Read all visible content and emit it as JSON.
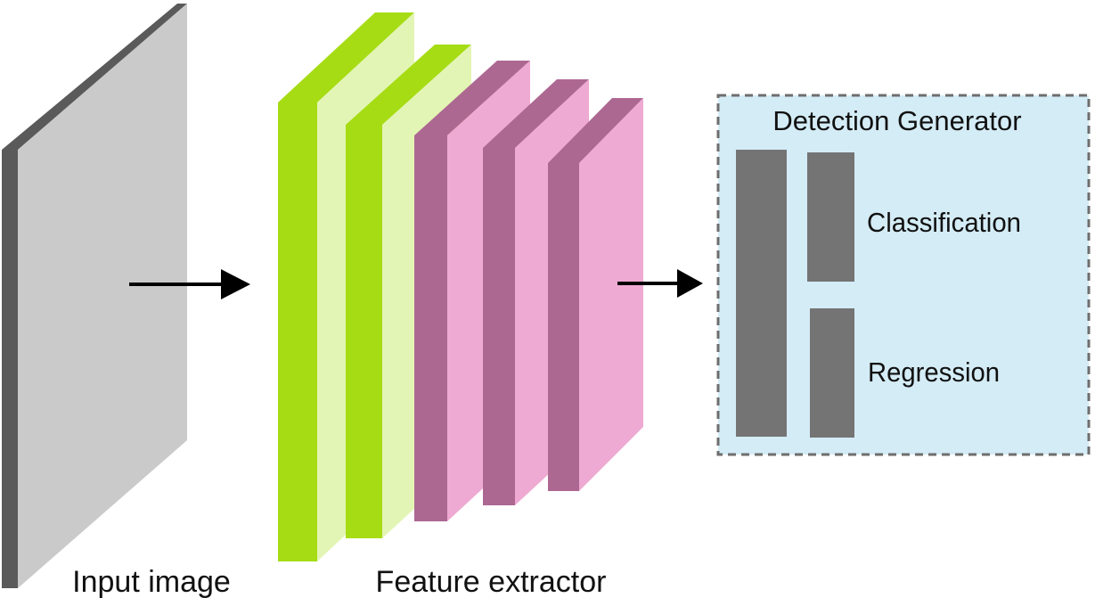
{
  "labels": {
    "input_image": "Input image",
    "feature_extractor": "Feature extractor",
    "detection_generator": "Detection Generator",
    "classification": "Classification",
    "regression": "Regression"
  },
  "colors": {
    "input_face": "#cacaca",
    "input_edge": "#5a5a5a",
    "green_face": "#e3f5b4",
    "green_side": "#a6dc14",
    "pink_face": "#eeaad2",
    "pink_side": "#ad6892",
    "detection_bg": "#d4ecf6",
    "detection_border": "#6e6e6e",
    "head_block": "#747474",
    "arrow": "#000000"
  }
}
